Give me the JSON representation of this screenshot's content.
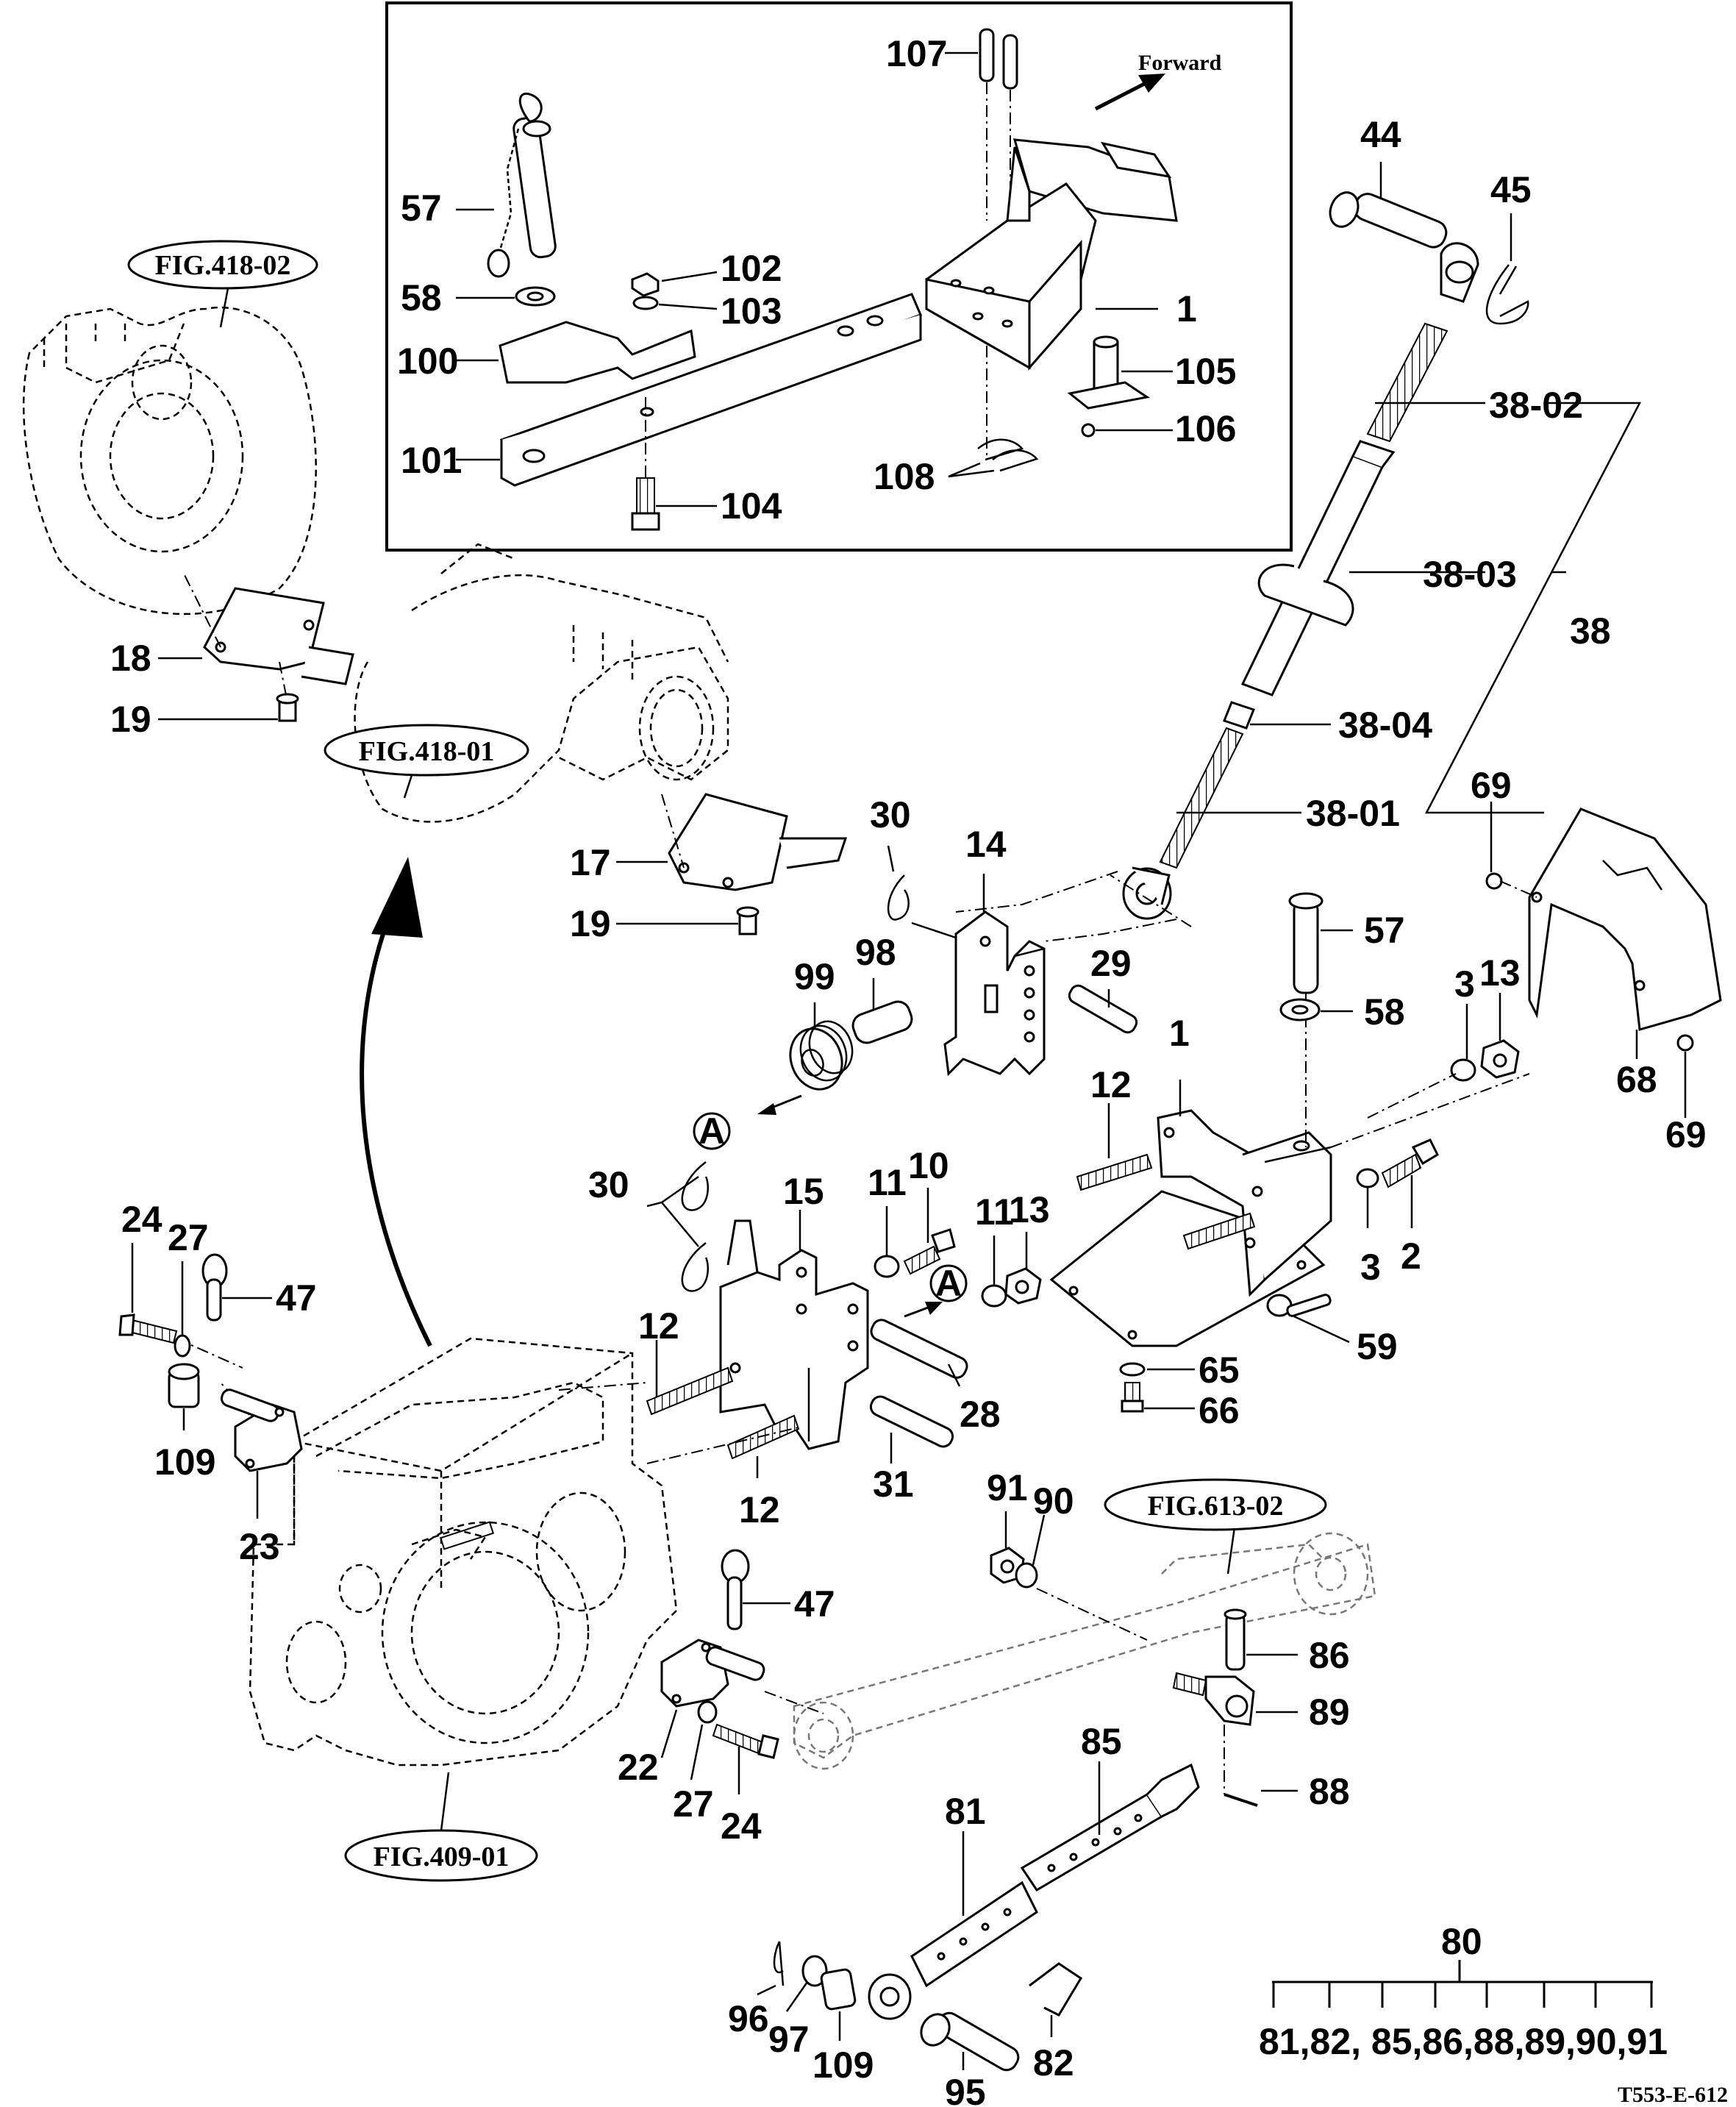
{
  "labels": {
    "l107": "107",
    "l57a": "57",
    "l58a": "58",
    "l100": "100",
    "l101": "101",
    "l102": "102",
    "l103": "103",
    "l104": "104",
    "l1a": "1",
    "l105": "105",
    "l106": "106",
    "l108": "108",
    "l44": "44",
    "l45": "45",
    "l38_02": "38-02",
    "l38_03": "38-03",
    "l38": "38",
    "l38_04": "38-04",
    "l38_01": "38-01",
    "l18": "18",
    "l19a": "19",
    "l17": "17",
    "l19b": "19",
    "l30a": "30",
    "l14": "14",
    "l99": "99",
    "l98": "98",
    "l29": "29",
    "l57b": "57",
    "l58b": "58",
    "l69a": "69",
    "l3a": "3",
    "l13a": "13",
    "l1b": "1",
    "l12a": "12",
    "l68": "68",
    "l69b": "69",
    "l30b": "30",
    "l15": "15",
    "l11a": "11",
    "l10": "10",
    "l11b": "11",
    "l13b": "13",
    "l3b": "3",
    "l2": "2",
    "l59": "59",
    "l65": "65",
    "l66": "66",
    "l24a": "24",
    "l27a": "27",
    "l47a": "47",
    "l109a": "109",
    "l23": "23",
    "l12b": "12",
    "l28": "28",
    "l31": "31",
    "l12c": "12",
    "l91": "91",
    "l90": "90",
    "l47b": "47",
    "l86": "86",
    "l89": "89",
    "l85": "85",
    "l88": "88",
    "l22": "22",
    "l27b": "27",
    "l24b": "24",
    "l81": "81",
    "l96": "96",
    "l97": "97",
    "l109b": "109",
    "l82": "82",
    "l95": "95",
    "l80": "80",
    "l80_list": "81,82, 85,86,88,89,90,91"
  },
  "refs": {
    "fig418_02": "FIG.418-02",
    "fig418_01": "FIG.418-01",
    "fig613_02": "FIG.613-02",
    "fig409_01": "FIG.409-01"
  },
  "callout_a1": "A",
  "callout_a2": "A",
  "forward": "Forward",
  "drawing_code": "T553-E-612"
}
